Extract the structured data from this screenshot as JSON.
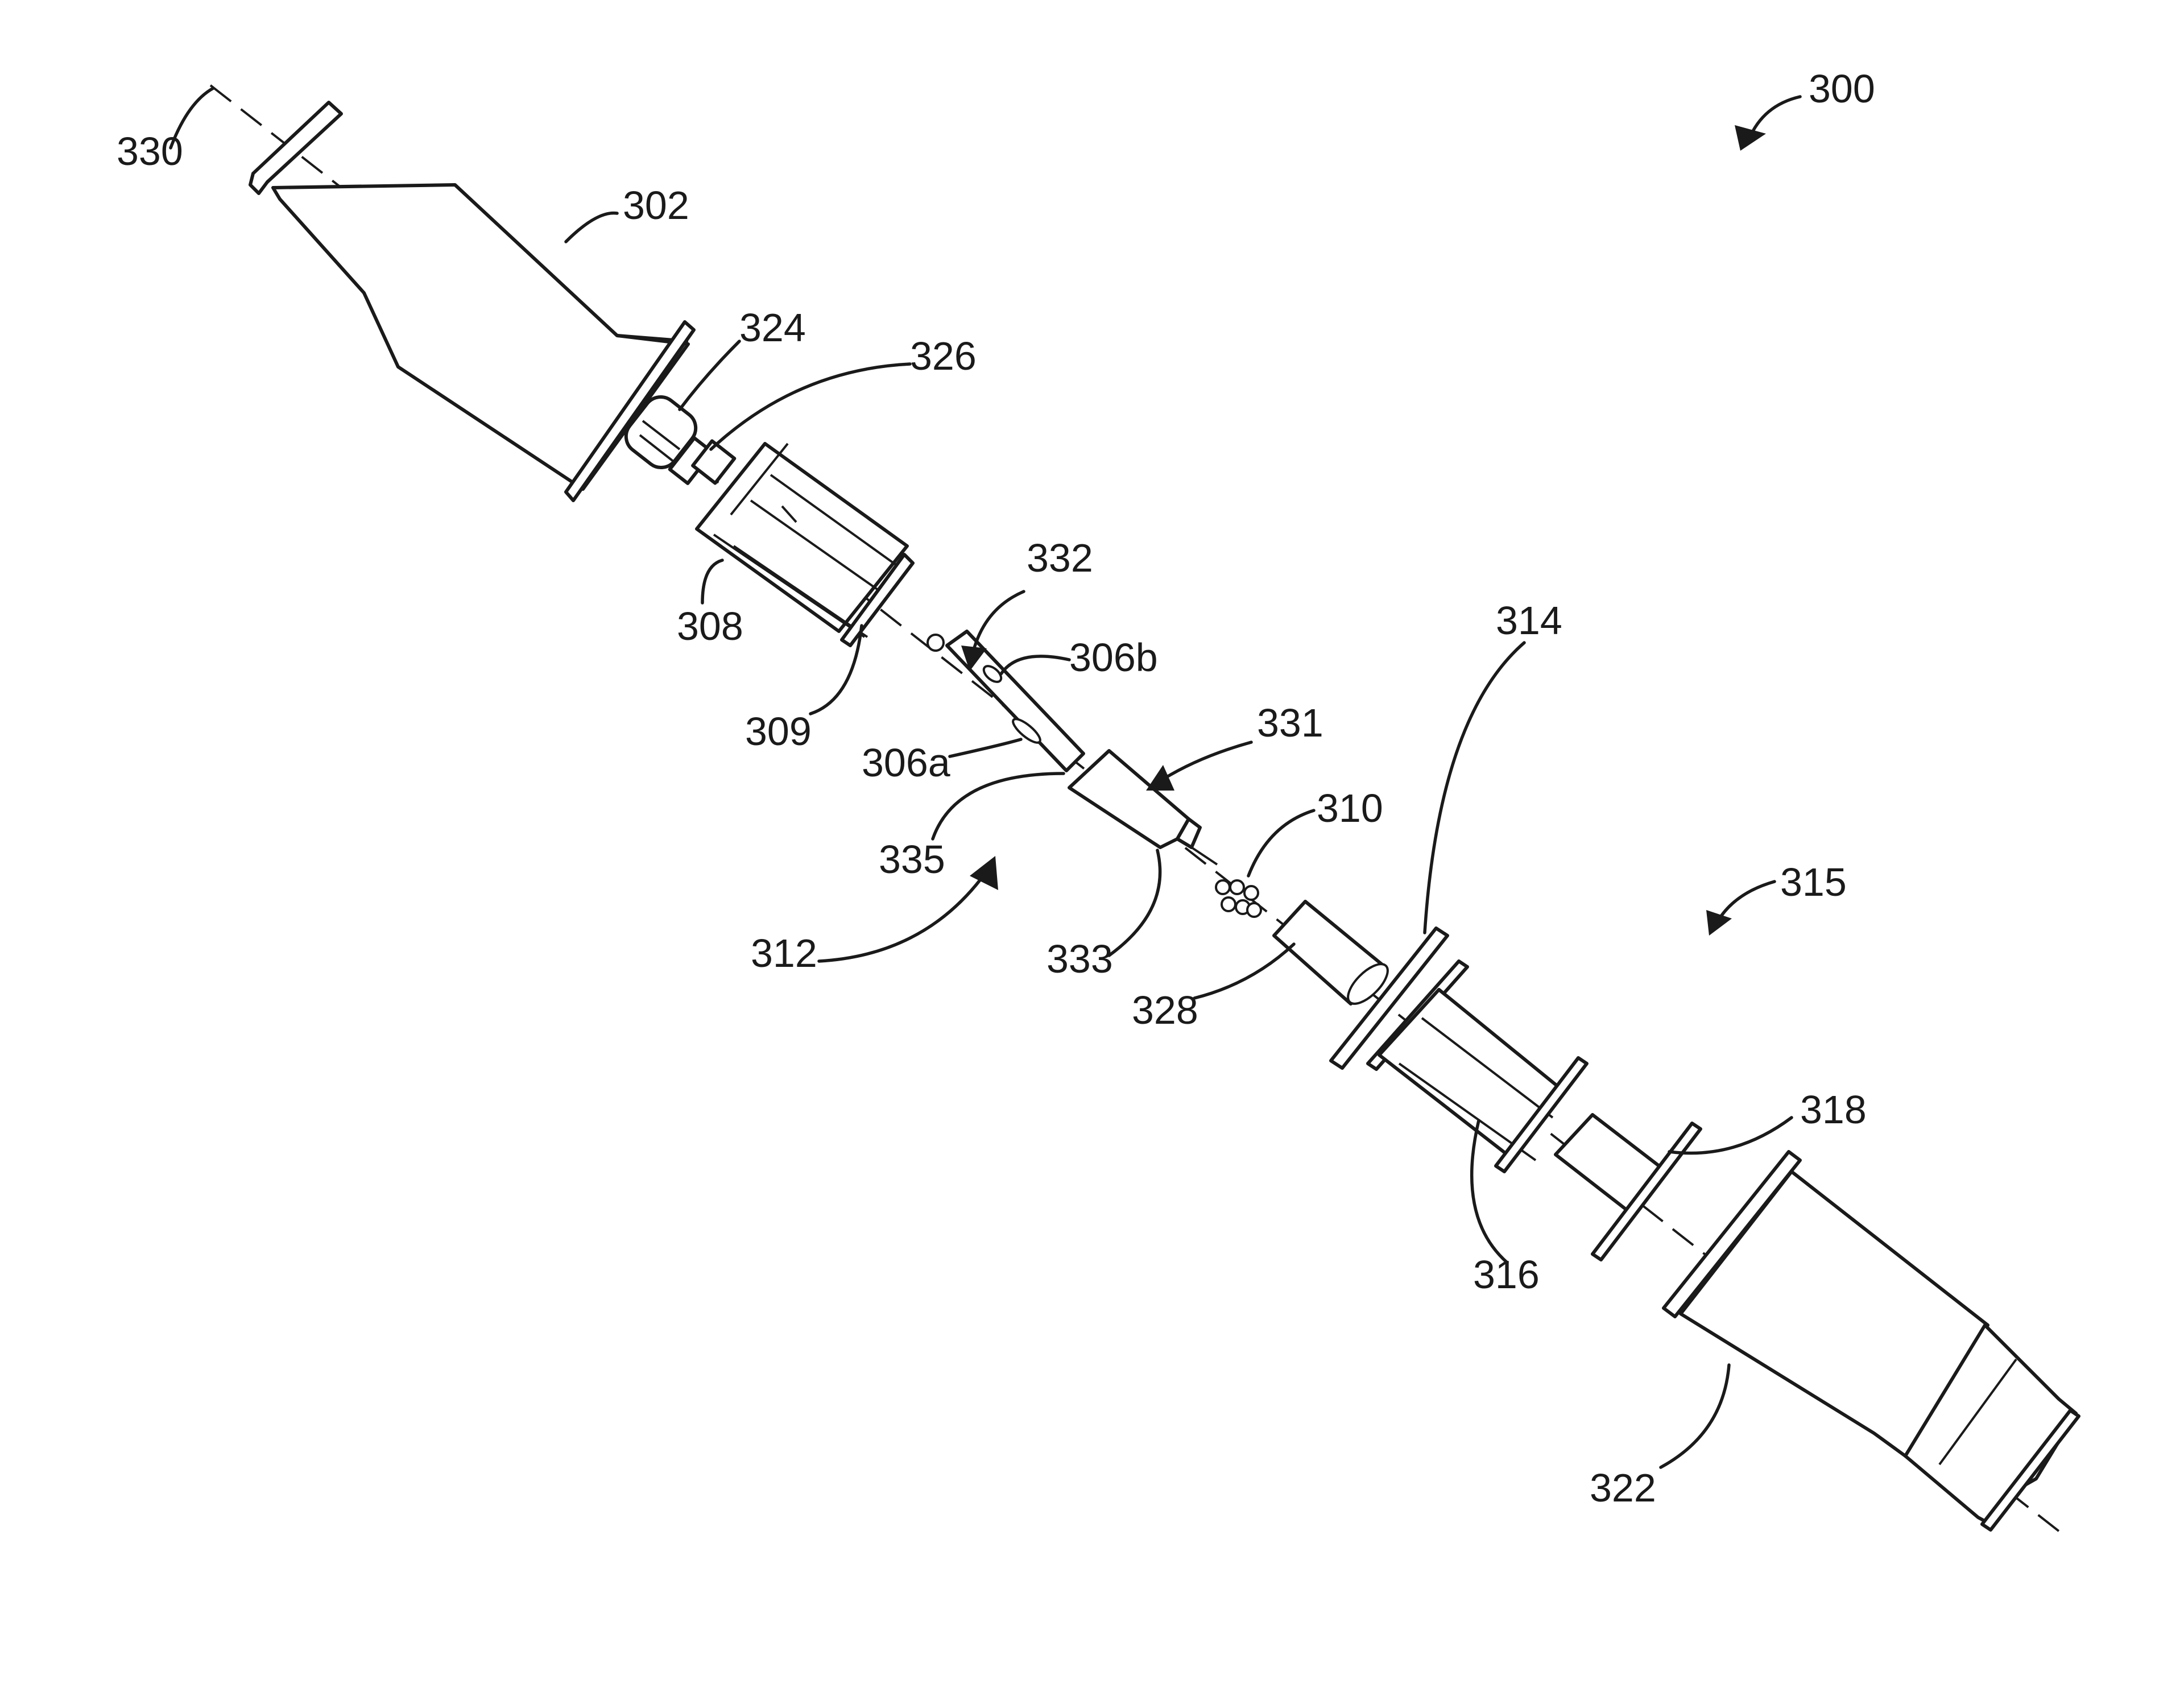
{
  "figure": {
    "labels": {
      "r300": "300",
      "r330": "330",
      "r302": "302",
      "r324": "324",
      "r326": "326",
      "r332": "332",
      "r308": "308",
      "r306b": "306b",
      "r309": "309",
      "r306a": "306a",
      "r331": "331",
      "r314": "314",
      "r310": "310",
      "r335": "335",
      "r315": "315",
      "r312": "312",
      "r333": "333",
      "r328": "328",
      "r318": "318",
      "r316": "316",
      "r322": "322"
    }
  }
}
